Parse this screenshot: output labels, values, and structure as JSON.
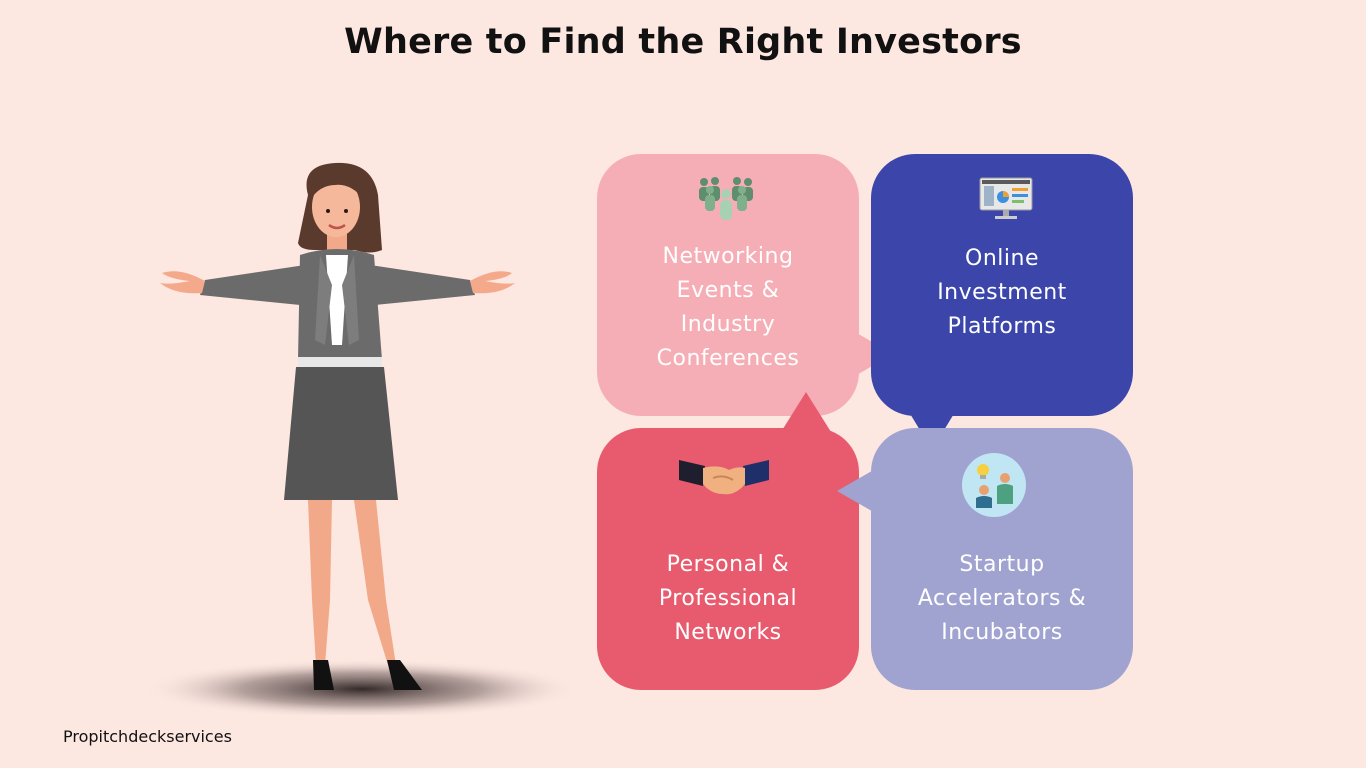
{
  "title": "Where to Find the Right Investors",
  "footer": "Propitchdeckservices",
  "colors": {
    "background": "#fde7e1",
    "pink": "#f6aeb6",
    "navy": "#3c46aa",
    "red": "#e85b6e",
    "lavender": "#a0a3d0"
  },
  "cards": [
    {
      "label": "Networking\nEvents &\nIndustry\nConferences",
      "icon": "people-group-icon",
      "color": "#f6aeb6"
    },
    {
      "label": "Online\nInvestment\nPlatforms",
      "icon": "monitor-dashboard-icon",
      "color": "#3c46aa"
    },
    {
      "label": "Personal &\nProfessional\nNetworks",
      "icon": "handshake-icon",
      "color": "#e85b6e"
    },
    {
      "label": "Startup\nAccelerators &\nIncubators",
      "icon": "idea-team-icon",
      "color": "#a0a3d0"
    }
  ]
}
